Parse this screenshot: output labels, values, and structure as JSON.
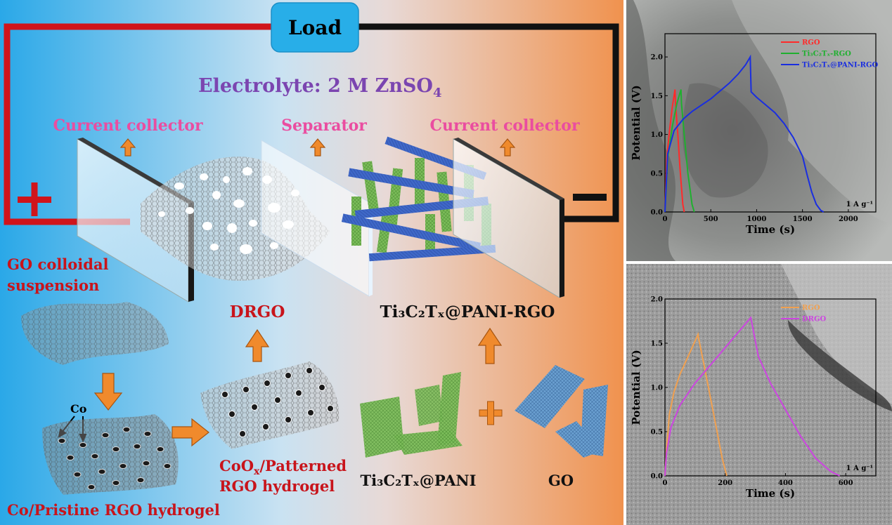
{
  "schematic": {
    "load_label": "Load",
    "electrolyte_text": "Electrolyte: 2 M ZnSO",
    "electrolyte_sub": "4",
    "current_collector_left": "Current collector",
    "separator": "Separator",
    "current_collector_right": "Current collector",
    "plus_sign": "+",
    "minus_sign": "−",
    "go_colloid_line1": "GO colloidal",
    "go_colloid_line2": "suspension",
    "co_label": "Co",
    "co_pristine": "Co/Pristine RGO hydrogel",
    "coox_line1_main": "CoO",
    "coox_line1_sub": "x",
    "coox_line1_rest": "/Patterned",
    "coox_line2": "RGO hydrogel",
    "drgo": "DRGO",
    "composite_label": "Ti₃C₂Tₓ@PANI-RGO",
    "ti3c2tx_pani": "Ti₃C₂Tₓ@PANI",
    "go": "GO"
  },
  "chart_data": [
    {
      "type": "line",
      "title": "",
      "xlabel": "Time (s)",
      "ylabel": "Potential (V)",
      "xlim": [
        0,
        2300
      ],
      "ylim": [
        0,
        2.3
      ],
      "xticks": [
        0,
        500,
        1000,
        1500,
        2000
      ],
      "yticks": [
        0.0,
        0.5,
        1.0,
        1.5,
        2.0
      ],
      "xtick_labels": [
        "0",
        "500",
        "1000",
        "1500",
        "2000"
      ],
      "ytick_labels": [
        "0.0",
        "0.5",
        "1.0",
        "1.5",
        "2.0"
      ],
      "annotation": "1 A g⁻¹",
      "legend_position": "top-right",
      "series": [
        {
          "name": "RGO",
          "color": "#ff2a2a",
          "x": [
            0,
            20,
            50,
            80,
            110,
            115,
            140,
            165,
            195,
            210
          ],
          "y": [
            0.0,
            0.7,
            1.05,
            1.35,
            1.58,
            1.4,
            1.0,
            0.55,
            0.1,
            0.0
          ]
        },
        {
          "name": "Ti₃C₂Tₓ-RGO",
          "color": "#1fb02f",
          "x": [
            0,
            30,
            80,
            130,
            175,
            180,
            210,
            250,
            295,
            320
          ],
          "y": [
            0.0,
            0.7,
            1.1,
            1.4,
            1.58,
            1.4,
            1.0,
            0.5,
            0.1,
            0.0
          ]
        },
        {
          "name": "Ti₃C₂Tₓ@PANI-RGO",
          "color": "#1a2ee0",
          "x": [
            0,
            30,
            100,
            200,
            300,
            400,
            500,
            600,
            700,
            800,
            880,
            930,
            940,
            1000,
            1100,
            1200,
            1300,
            1400,
            1500,
            1550,
            1600,
            1650,
            1700,
            1730
          ],
          "y": [
            0.0,
            0.75,
            1.05,
            1.2,
            1.3,
            1.38,
            1.46,
            1.56,
            1.66,
            1.78,
            1.9,
            2.0,
            1.55,
            1.48,
            1.38,
            1.28,
            1.14,
            0.96,
            0.72,
            0.48,
            0.26,
            0.1,
            0.02,
            0.0
          ]
        }
      ]
    },
    {
      "type": "line",
      "title": "",
      "xlabel": "Time (s)",
      "ylabel": "Potential (V)",
      "xlim": [
        0,
        700
      ],
      "ylim": [
        0,
        2.0
      ],
      "xticks": [
        0,
        200,
        400,
        600
      ],
      "yticks": [
        0.0,
        0.5,
        1.0,
        1.5,
        2.0
      ],
      "xtick_labels": [
        "0",
        "200",
        "400",
        "600"
      ],
      "ytick_labels": [
        "0.0",
        "0.5",
        "1.0",
        "1.5",
        "2.0"
      ],
      "annotation": "1 A g⁻¹",
      "legend_position": "top-right",
      "series": [
        {
          "name": "RGO",
          "color": "#f0a050",
          "x": [
            0,
            5,
            15,
            30,
            50,
            70,
            90,
            110,
            112,
            130,
            150,
            170,
            190,
            205
          ],
          "y": [
            0.0,
            0.3,
            0.7,
            0.95,
            1.15,
            1.3,
            1.45,
            1.6,
            1.55,
            1.25,
            0.9,
            0.55,
            0.2,
            0.0
          ]
        },
        {
          "name": "DRGO",
          "color": "#cc44e0",
          "x": [
            0,
            5,
            20,
            50,
            100,
            150,
            200,
            250,
            285,
            290,
            310,
            350,
            400,
            450,
            500,
            550,
            580
          ],
          "y": [
            0.0,
            0.25,
            0.55,
            0.8,
            1.05,
            1.25,
            1.45,
            1.65,
            1.79,
            1.7,
            1.35,
            1.05,
            0.75,
            0.45,
            0.2,
            0.05,
            0.0
          ]
        }
      ]
    }
  ]
}
